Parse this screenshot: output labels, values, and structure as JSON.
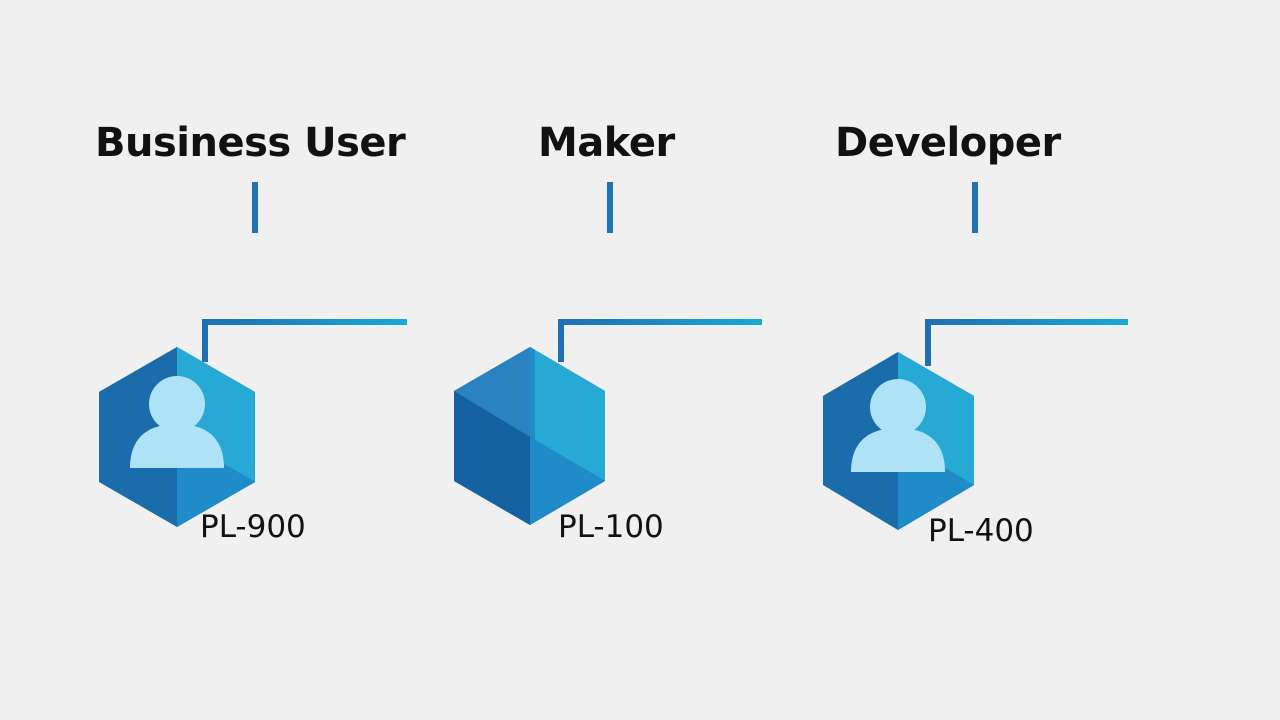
{
  "colors": {
    "background": "#f0f0f0",
    "line_dark": "#1f73b8",
    "line_light": "#16a7d4",
    "hex_dark": "#1a6cab",
    "hex_mid": "#1f8bc9",
    "hex_light": "#27a9d6",
    "person": "#aee3f7",
    "text": "#111111"
  },
  "roles": [
    {
      "title": "Business User",
      "cert": "PL-900",
      "icon": "person-icon"
    },
    {
      "title": "Maker",
      "cert": "PL-100",
      "icon": "cube-icon"
    },
    {
      "title": "Developer",
      "cert": "PL-400",
      "icon": "person-icon"
    }
  ]
}
